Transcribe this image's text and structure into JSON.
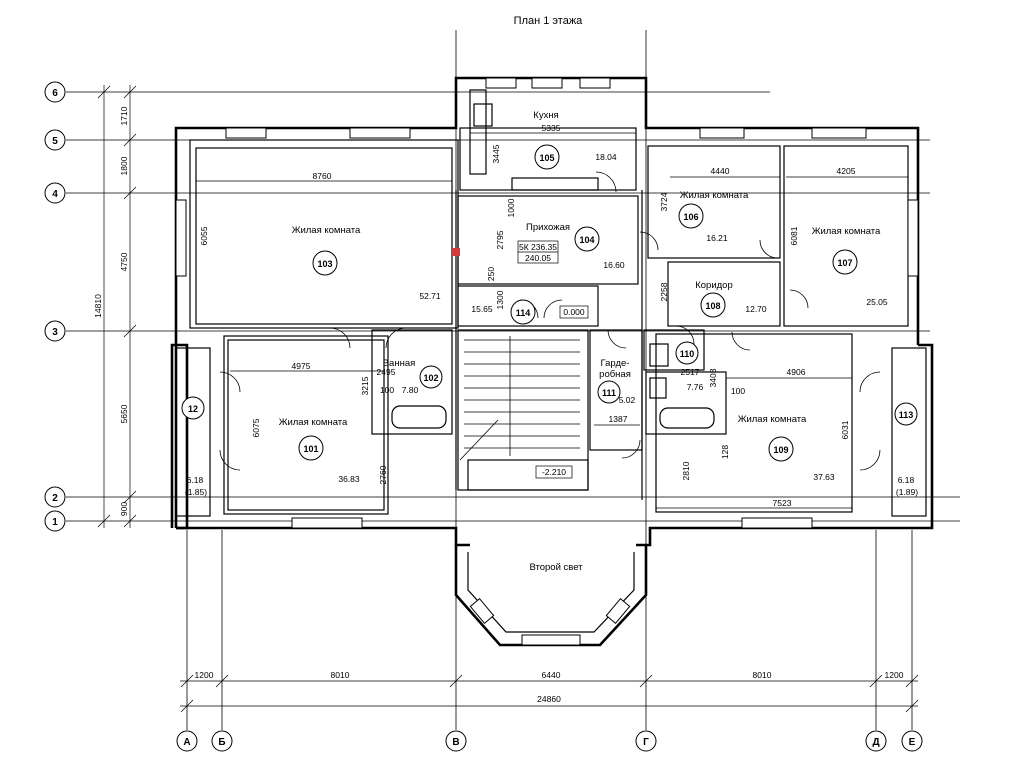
{
  "title": "План 1 этажа",
  "axes_rows": [
    "6",
    "5",
    "4",
    "3",
    "2",
    "1"
  ],
  "axes_cols": [
    "А",
    "Б",
    "В",
    "Г",
    "Д",
    "Е"
  ],
  "left_dims": [
    "1710",
    "1800",
    "4750",
    "5650",
    "900",
    "14810"
  ],
  "bottom_dims": [
    "1200",
    "8010",
    "6440",
    "8010",
    "1200",
    "24860"
  ],
  "rooms": {
    "r101": {
      "name": "Жилая комната",
      "num": "101",
      "area": "36.83"
    },
    "r102": {
      "name": "Ванная",
      "num": "102",
      "area": "7.80"
    },
    "r103": {
      "name": "Жилая комната",
      "num": "103",
      "area": "52.71"
    },
    "r104": {
      "name": "Прихожая",
      "num": "104",
      "area": "16.60"
    },
    "r105": {
      "name": "Кухня",
      "num": "105",
      "area": "18.04"
    },
    "r106": {
      "name": "Жилая комната",
      "num": "106",
      "area": "16.21"
    },
    "r107": {
      "name": "Жилая комната",
      "num": "107",
      "area": "25.05"
    },
    "r108": {
      "name": "Коридор",
      "num": "108",
      "area": "12.70"
    },
    "r109": {
      "name": "Жилая комната",
      "num": "109",
      "area": "37.63"
    },
    "r110": {
      "num": "110",
      "area": "7.76"
    },
    "r111": {
      "name1": "Гарде-",
      "name2": "робная",
      "num": "111",
      "area": "5.02"
    },
    "r112": {
      "num": "12",
      "area": "6.18",
      "area2": "(1.85)"
    },
    "r113": {
      "num": "113",
      "area": "6.18",
      "area2": "(1.89)"
    },
    "r114": {
      "num": "114",
      "area": "15.65"
    },
    "second_light": {
      "name": "Второй свет"
    }
  },
  "levels": {
    "stair_level": "0.000",
    "lower_level": "-2.210",
    "mark1": "5К 236.35",
    "mark2": "240.05"
  },
  "inner_dims": {
    "d8760": "8760",
    "d6055": "6055",
    "d5335": "5335",
    "d3445": "3445",
    "d4440": "4440",
    "d4205": "4205",
    "d3724": "3724",
    "d6081": "6081",
    "d2795": "2795",
    "d1000": "1000",
    "d250": "250",
    "d1300": "1300",
    "d2258": "2258",
    "d4975": "4975",
    "d2495": "2495",
    "d3215": "3215",
    "d100a": "100",
    "d6075": "6075",
    "d2760": "2760",
    "d2517": "2517",
    "d3403": "3403",
    "d100b": "100",
    "d4906": "4906",
    "d1387": "1387",
    "d6031": "6031",
    "d2810": "2810",
    "d128": "128",
    "d7523": "7523"
  }
}
